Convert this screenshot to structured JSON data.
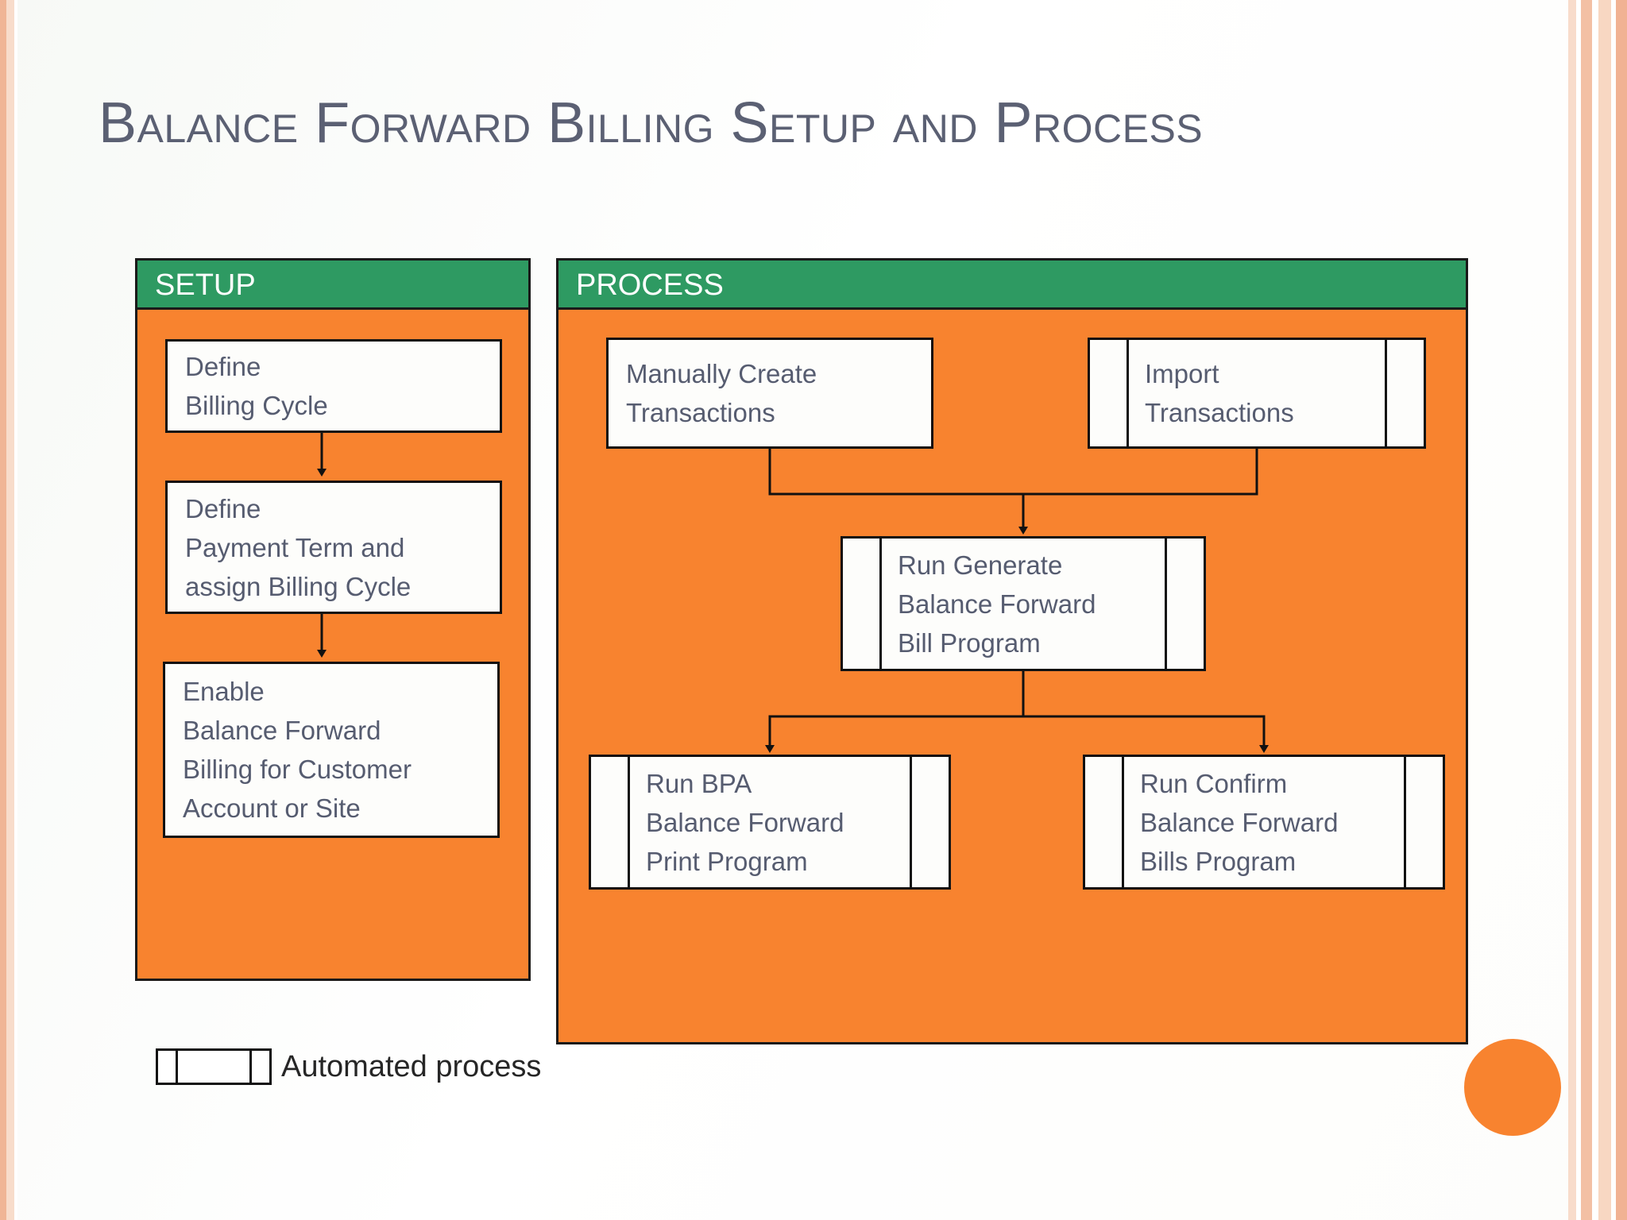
{
  "slide": {
    "title": "Balance Forward Billing Setup and Process"
  },
  "setup_panel": {
    "header": "SETUP",
    "steps": [
      {
        "id": "define-billing-cycle",
        "lines": [
          "Define",
          "Billing Cycle"
        ],
        "automated": false
      },
      {
        "id": "define-payment-term",
        "lines": [
          "Define",
          "Payment Term and",
          "assign Billing Cycle"
        ],
        "automated": false
      },
      {
        "id": "enable-balance-forward-billing",
        "lines": [
          "Enable",
          "Balance Forward",
          "Billing for Customer",
          "Account or Site"
        ],
        "automated": false
      }
    ]
  },
  "process_panel": {
    "header": "PROCESS",
    "steps": [
      {
        "id": "manually-create-transactions",
        "lines": [
          "Manually Create",
          "Transactions"
        ],
        "automated": false
      },
      {
        "id": "import-transactions",
        "lines": [
          "Import",
          "Transactions"
        ],
        "automated": true
      },
      {
        "id": "run-generate-balance-forward-bill-program",
        "lines": [
          "Run Generate",
          "Balance Forward",
          "Bill Program"
        ],
        "automated": true
      },
      {
        "id": "run-bpa-balance-forward-print-program",
        "lines": [
          "Run BPA",
          "Balance Forward",
          "Print Program"
        ],
        "automated": true
      },
      {
        "id": "run-confirm-balance-forward-bills-program",
        "lines": [
          "Run Confirm",
          "Balance Forward",
          "Bills Program"
        ],
        "automated": true
      }
    ]
  },
  "legend": {
    "label": "Automated process",
    "icon": "predefined-process-shape"
  },
  "colors": {
    "panel_header_green": "#2E9A62",
    "panel_body_orange": "#F8832F",
    "title_text": "#5B6073",
    "box_text": "#565C70",
    "box_fill": "#FDFDFB",
    "box_border": "#111111",
    "accent_circle": "#F8832F"
  }
}
